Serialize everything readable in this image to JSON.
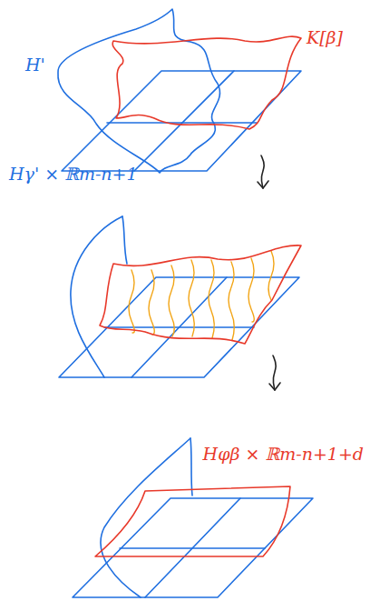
{
  "diagram": {
    "nodes": [
      {
        "text": [
          "H'",
          "K[β]"
        ]
      },
      {
        "text": [
          "Hγ' × ℝm-n+1"
        ]
      },
      {
        "text": [
          "Hφβ × ℝm-n+1+d"
        ]
      }
    ],
    "edges": [
      {
        "from": 0,
        "to": 1,
        "arrow": "to"
      },
      {
        "from": 1,
        "to": 2,
        "arrow": "to"
      }
    ]
  }
}
